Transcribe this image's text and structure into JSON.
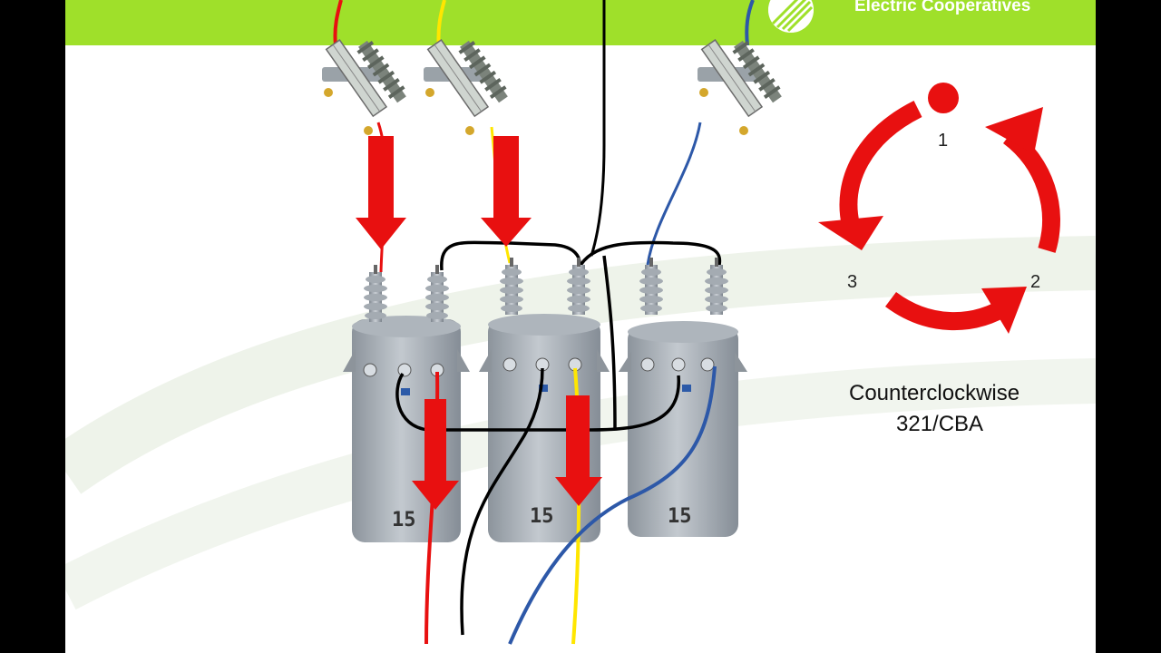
{
  "header": {
    "brand": "Electric Cooperatives"
  },
  "transformers": [
    {
      "rating": "15"
    },
    {
      "rating": "15"
    },
    {
      "rating": "15"
    }
  ],
  "rotation": {
    "labels": [
      "1",
      "2",
      "3"
    ],
    "direction": "Counterclockwise",
    "sequence": "321/CBA"
  },
  "colors": {
    "header_green": "#9fe02a",
    "arrow_red": "#e81010",
    "phase_red": "#e81010",
    "phase_yellow": "#ffe600",
    "phase_blue": "#2d58a8",
    "neutral_black": "#000000",
    "tank_gray": "#9aa3ad"
  }
}
